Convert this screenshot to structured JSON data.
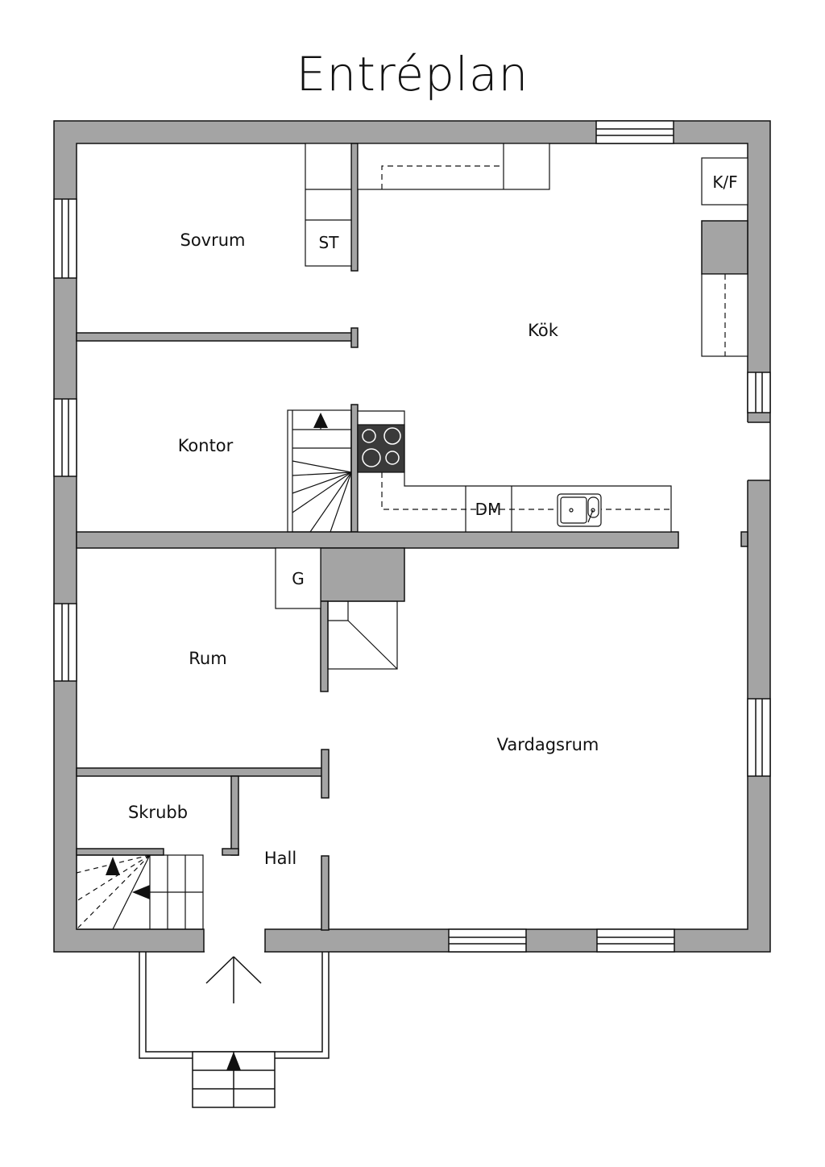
{
  "title": "Entréplan",
  "rooms": {
    "sovrum": "Sovrum",
    "kok": "Kök",
    "kontor": "Kontor",
    "rum": "Rum",
    "vardagsrum": "Vardagsrum",
    "skrubb": "Skrubb",
    "hall": "Hall"
  },
  "fixtures": {
    "st": "ST",
    "kf": "K/F",
    "dm": "DM",
    "g": "G"
  },
  "colors": {
    "wall": "#a4a4a4",
    "line": "#111111",
    "stove": "#3a3a3a"
  }
}
